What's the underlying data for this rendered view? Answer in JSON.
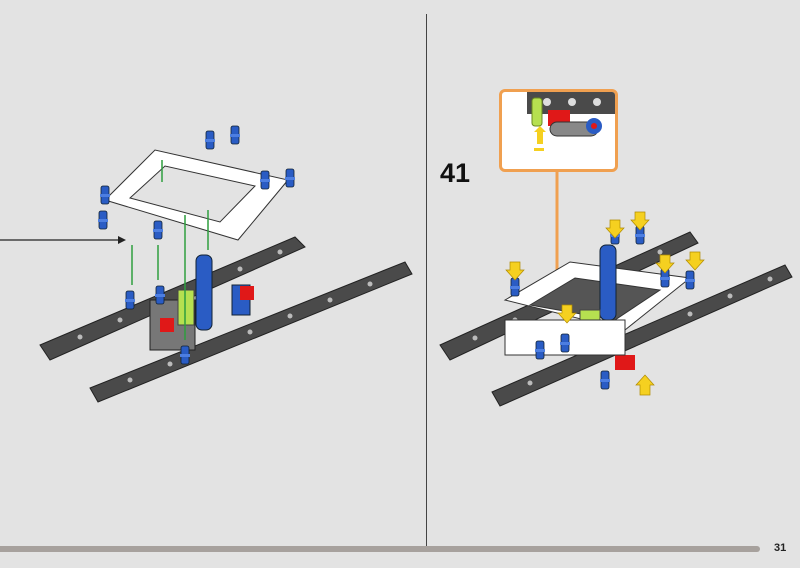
{
  "page": {
    "number": "31"
  },
  "step": {
    "number": "41"
  },
  "progress": {
    "fraction": 0.95
  },
  "colors": {
    "background": "#e3e3e3",
    "callout_border": "#f0a050",
    "progress": "#a7a19d",
    "beam": "#4a4a4a",
    "pin_blue": "#2a5cc4",
    "arrow_green": "#2e9e3e",
    "arrow_yellow": "#f5d020"
  }
}
